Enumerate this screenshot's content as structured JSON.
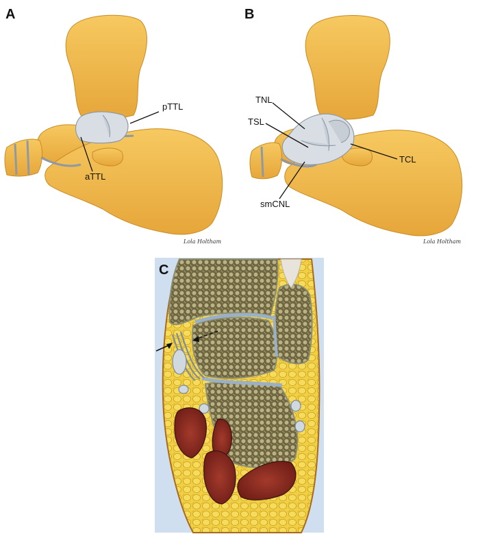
{
  "panels": {
    "a": {
      "letter": "A",
      "labels": {
        "pTTL": "pTTL",
        "aTTL": "aTTL"
      }
    },
    "b": {
      "letter": "B",
      "labels": {
        "TNL": "TNL",
        "TSL": "TSL",
        "TCL": "TCL",
        "smCNL": "smCNL"
      }
    },
    "c": {
      "letter": "C"
    }
  },
  "signature": "Lola Holtham"
}
